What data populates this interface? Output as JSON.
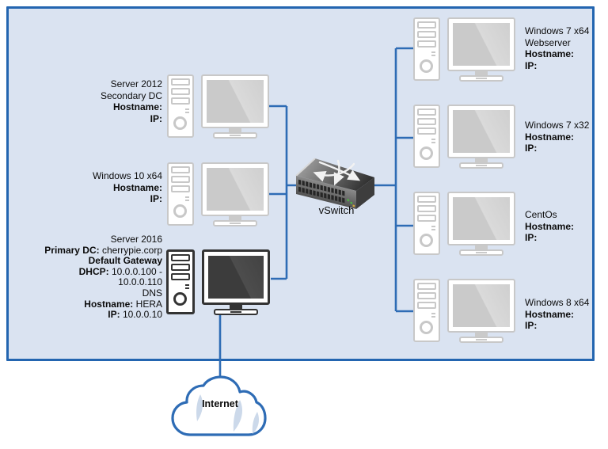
{
  "colors": {
    "boundary_fill": "#dae3f1",
    "boundary_border": "#2365b0",
    "connector": "#2e6cb5",
    "cloud_outline": "#2e6cb5",
    "cloud_shade": "#ccd9ea",
    "icon_light": "#c8c8c8",
    "icon_dark": "#333333",
    "led_green": "#4faf45",
    "led_amber": "#c9a53e"
  },
  "switch": {
    "label": "vSwitch"
  },
  "cloud": {
    "label": "Internet"
  },
  "computers": [
    {
      "name": "Server 2012 Secondary DC",
      "lines": [
        {
          "t": "Server 2012"
        },
        {
          "t": "Secondary DC"
        },
        {
          "b": "Hostname:"
        },
        {
          "b": "IP:"
        }
      ]
    },
    {
      "name": "Windows 10 x64",
      "lines": [
        {
          "t": "Windows 10 x64"
        },
        {
          "b": "Hostname:"
        },
        {
          "b": "IP:"
        }
      ]
    },
    {
      "name": "Server 2016 Primary DC",
      "lines": [
        {
          "t": "Server 2016"
        },
        {
          "b": "Primary DC:",
          "t": " cherrypie.corp"
        },
        {
          "b": "Default Gateway"
        },
        {
          "b": "DHCP:",
          "t": " 10.0.0.100 -"
        },
        {
          "t": "10.0.0.110"
        },
        {
          "t": "DNS"
        },
        {
          "b": "Hostname:",
          "t": " HERA"
        },
        {
          "b": "IP:",
          "t": " 10.0.0.10"
        }
      ]
    },
    {
      "name": "Windows 7 x64 Webserver",
      "lines": [
        {
          "t": "Windows 7 x64"
        },
        {
          "t": "Webserver"
        },
        {
          "b": "Hostname:"
        },
        {
          "b": "IP:"
        }
      ]
    },
    {
      "name": "Windows 7 x32",
      "lines": [
        {
          "t": "Windows 7 x32"
        },
        {
          "b": "Hostname:"
        },
        {
          "b": "IP:"
        }
      ]
    },
    {
      "name": "CentOs",
      "lines": [
        {
          "t": "CentOs"
        },
        {
          "b": "Hostname:"
        },
        {
          "b": "IP:"
        }
      ]
    },
    {
      "name": "Windows 8 x64",
      "lines": [
        {
          "t": "Windows 8 x64"
        },
        {
          "b": "Hostname:"
        },
        {
          "b": "IP:"
        }
      ]
    }
  ]
}
